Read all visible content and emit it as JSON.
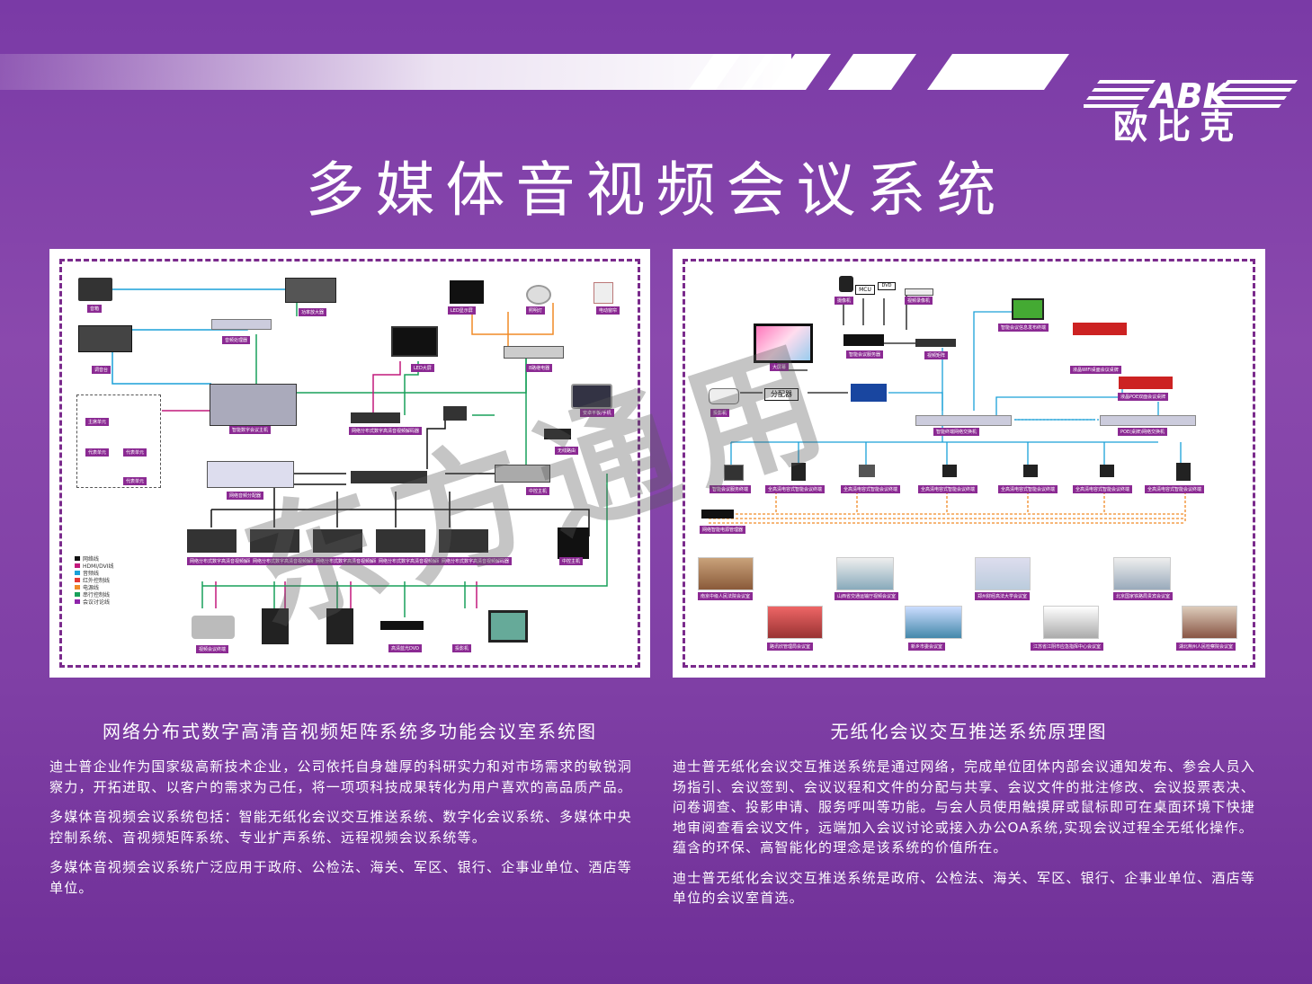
{
  "brand": {
    "logo_text": "ABK",
    "name": "欧比克"
  },
  "title": "多媒体音视频会议系统",
  "left": {
    "caption": "网络分布式数字高清音视频矩阵系统多功能会议室系统图",
    "paragraphs": [
      "迪士普企业作为国家级高新技术企业，公司依托自身雄厚的科研实力和对市场需求的敏锐洞察力，开拓进取、以客户的需求为己任，将一项项科技成果转化为用户喜欢的高品质产品。",
      "多媒体音视频会议系统包括：智能无纸化会议交互推送系统、数字化会议系统、多媒体中央控制系统、音视频矩阵系统、专业扩声系统、远程视频会议系统等。",
      "多媒体音视频会议系统广泛应用于政府、公检法、海关、军区、银行、企事业单位、酒店等单位。"
    ],
    "labels": {
      "speaker": "音箱",
      "amp": "功率放大器",
      "processor": "音频处理器",
      "mixer": "调音台",
      "host": "智能数字会议主机",
      "led": "LED显示屏",
      "spot": "照明灯",
      "curtain": "电动窗帘",
      "lcd": "LED大屏",
      "relay": "8路继电器",
      "tablet": "安卓平板/手机",
      "router": "无线路由",
      "central": "中控主机",
      "netdist": "网络音频分配器",
      "enc": "网络分布式数字高清音视频解码器",
      "chair": "主席单元",
      "rep": "代表单元",
      "pc": "中控主机",
      "conf": "视频会议终端",
      "dvd": "高清蓝光DVD",
      "proj": "投影机"
    },
    "legend": [
      "网络线",
      "HDMI/DVI线",
      "音频线",
      "红外控制线",
      "电源线",
      "串行控制线",
      "会议讨论线"
    ]
  },
  "right": {
    "caption": "无纸化会议交互推送系统原理图",
    "paragraphs": [
      "迪士普无纸化会议交互推送系统是通过网络，完成单位团体内部会议通知发布、参会人员入场指引、会议签到、会议议程和文件的分配与共享、会议文件的批注修改、会议投票表决、问卷调查、投影申请、服务呼叫等功能。与会人员使用触摸屏或鼠标即可在桌面环境下快捷地审阅查看会议文件，远端加入会议讨论或接入办公OA系统,实现会议过程全无纸化操作。蕴含的环保、高智能化的理念是该系统的价值所在。",
      "迪士普无纸化会议交互推送系统是政府、公检法、海关、军区、银行、企事业单位、酒店等单位的会议室首选。"
    ],
    "labels": {
      "camera": "摄像机",
      "mcu": "MCU",
      "dvd": "DVD",
      "video": "视频录像机",
      "tv": "大屏幕",
      "splitter": "分配器",
      "server": "智能会议服务器",
      "projector": "投影机",
      "recorder": "视频矩阵",
      "display": "智能会议信息发布终端",
      "wifi": "液晶WIFI桌面会议桌牌",
      "poe": "液晶POE双面会议桌牌",
      "switch": "智能终端网络交换机",
      "poeswitch": "POE(桌牌)网络交换机",
      "term1": "智能会议服务终端",
      "term": "全高清电容式智能会议终端",
      "mgr": "网络智能电源管理器"
    },
    "photos": [
      "南京中级人民法院会议室",
      "山西省交通运输厅视频会议室",
      "郑州财经高法大学会议室",
      "北京国家铁路局贵宾会议室",
      "路讯欣管理局会议室",
      "新乡市委会议室",
      "江苏省江阴市应急指挥中心会议室",
      "湖北荆州人民检察院会议室"
    ]
  },
  "watermark": "东方通用"
}
